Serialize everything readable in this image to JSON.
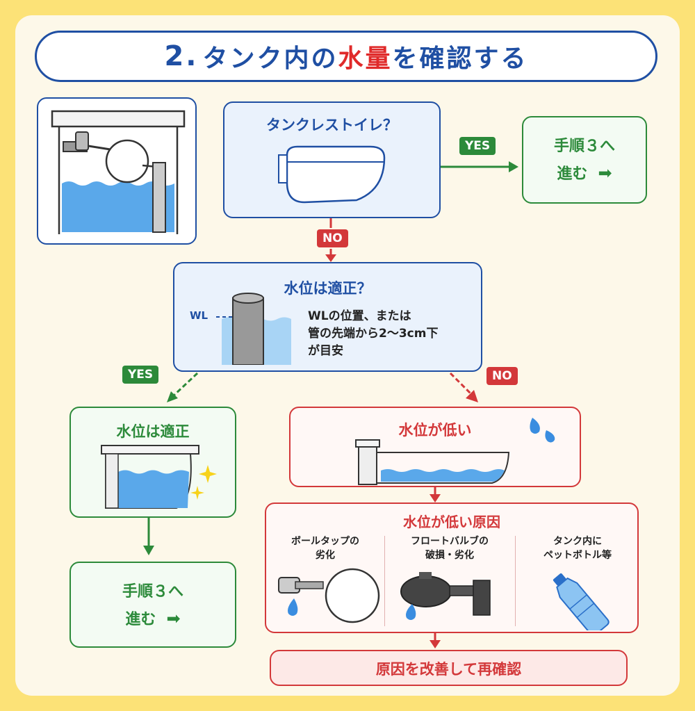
{
  "title": {
    "prefix": "2.",
    "before": "タンク内の",
    "highlight": "水量",
    "after": "を確認する"
  },
  "q1": {
    "text": "タンクレストイレ？",
    "yes": "YES",
    "no": "NO"
  },
  "step3_top": {
    "line1": "手順３へ",
    "line2": "進む"
  },
  "q2": {
    "text": "水位は適正？",
    "wl": "WL",
    "desc1": "WLの位置、または",
    "desc2": "管の先端から2〜3cm下",
    "desc3": "が目安",
    "yes": "YES",
    "no": "NO"
  },
  "ok": {
    "text": "水位は適正"
  },
  "step3_bottom": {
    "line1": "手順３へ",
    "line2": "進む"
  },
  "low": {
    "text": "水位が低い"
  },
  "causes": {
    "title": "水位が低い原因",
    "items": [
      {
        "line1": "ボールタップの",
        "line2": "劣化"
      },
      {
        "line1": "フロートバルブの",
        "line2": "破損・劣化"
      },
      {
        "line1": "タンク内に",
        "line2": "ペットボトル等"
      }
    ]
  },
  "final": {
    "text": "原因を改善して再確認"
  },
  "colors": {
    "blue": "#1f4fa3",
    "green": "#2c8a3a",
    "red": "#d3383a",
    "water": "#5aa8ea",
    "background": "#fce277"
  }
}
